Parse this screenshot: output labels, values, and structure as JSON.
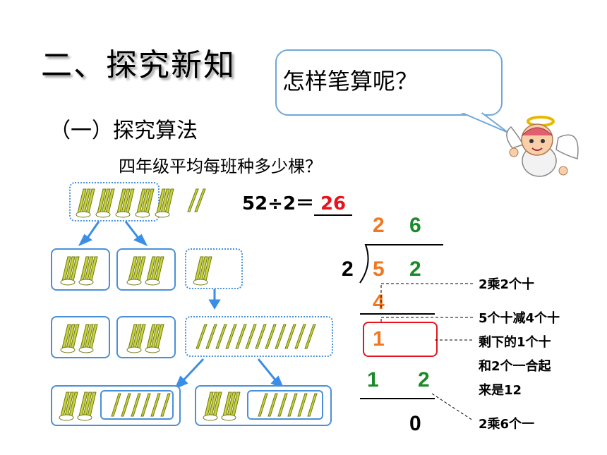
{
  "section_title": "二、探究新知",
  "subsection_title": "（一）探究算法",
  "question": "四年级平均每班种多少棵？",
  "equation": {
    "left": "52÷2＝",
    "answer": "26"
  },
  "speech_bubble": "怎样笔算呢？",
  "long_division": {
    "divisor": "2",
    "quotient": [
      "2",
      "6"
    ],
    "dividend": [
      "5",
      "2"
    ],
    "step1": "4",
    "remainder": "1",
    "step2": [
      "1",
      "2"
    ],
    "result": "0"
  },
  "notes": {
    "n1": "2乘2个十",
    "n2": "5个十减4个十",
    "n3a": "剩下的1个十",
    "n3b": "和2个一合起",
    "n3c": "来是12",
    "n4": "2乘6个一"
  },
  "colors": {
    "accent": "#4a90d9",
    "answer": "#e8141c",
    "orange": "#f07820",
    "green": "#1a8a2a"
  }
}
